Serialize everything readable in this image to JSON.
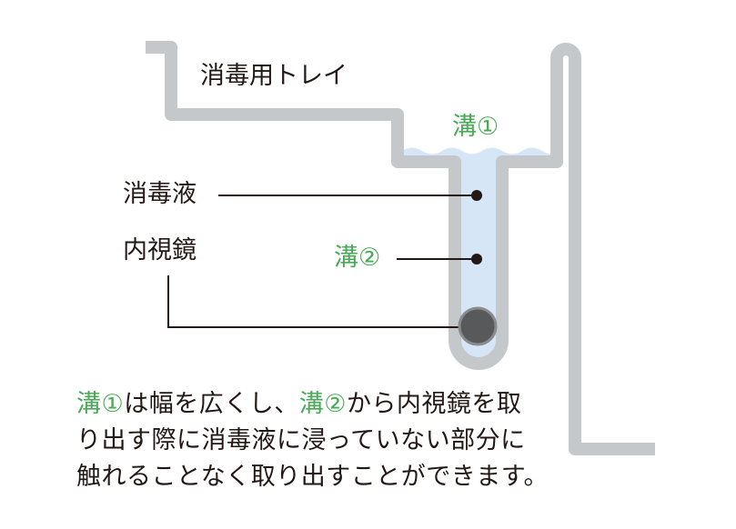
{
  "labels": {
    "tray": "消毒用トレイ",
    "groove1": "溝①",
    "liquid": "消毒液",
    "endoscope": "内視鏡",
    "groove2": "溝②"
  },
  "description": {
    "line1": [
      {
        "text": "溝①",
        "hl": true
      },
      {
        "text": "は幅を広くし、",
        "hl": false
      },
      {
        "text": "溝②",
        "hl": true
      },
      {
        "text": "から内視鏡を取",
        "hl": false
      }
    ],
    "line2": "り出す際に消毒液に浸っていない部分に",
    "line3": "触れることなく取り出すことができます。"
  },
  "colors": {
    "tray": "#c4c8cb",
    "liquid": "#d6e6f6",
    "leader": "#231815",
    "highlight": "#4aaa58",
    "endoscope_fill": "#58595b",
    "endoscope_ring": "#8a8b8d"
  }
}
